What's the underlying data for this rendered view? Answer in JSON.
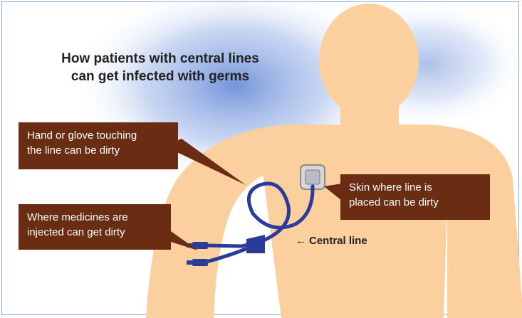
{
  "title": {
    "line1": "How patients with central lines",
    "line2": "can get infected with germs"
  },
  "callouts": {
    "hand": {
      "line1": "Hand or glove touching",
      "line2": "the line can be dirty"
    },
    "medicines": {
      "line1": "Where medicines are",
      "line2": "injected can get dirty"
    },
    "skin": {
      "line1": "Skin where line is",
      "line2": "placed can be dirty"
    }
  },
  "central_line_label": "Central line",
  "arrow_glyph": "←",
  "colors": {
    "body": "#fbcf9e",
    "callout": "#6b2c14",
    "tube": "#2a3b9a",
    "glow": "#6d8fd8",
    "border": "#8aa9d6"
  }
}
